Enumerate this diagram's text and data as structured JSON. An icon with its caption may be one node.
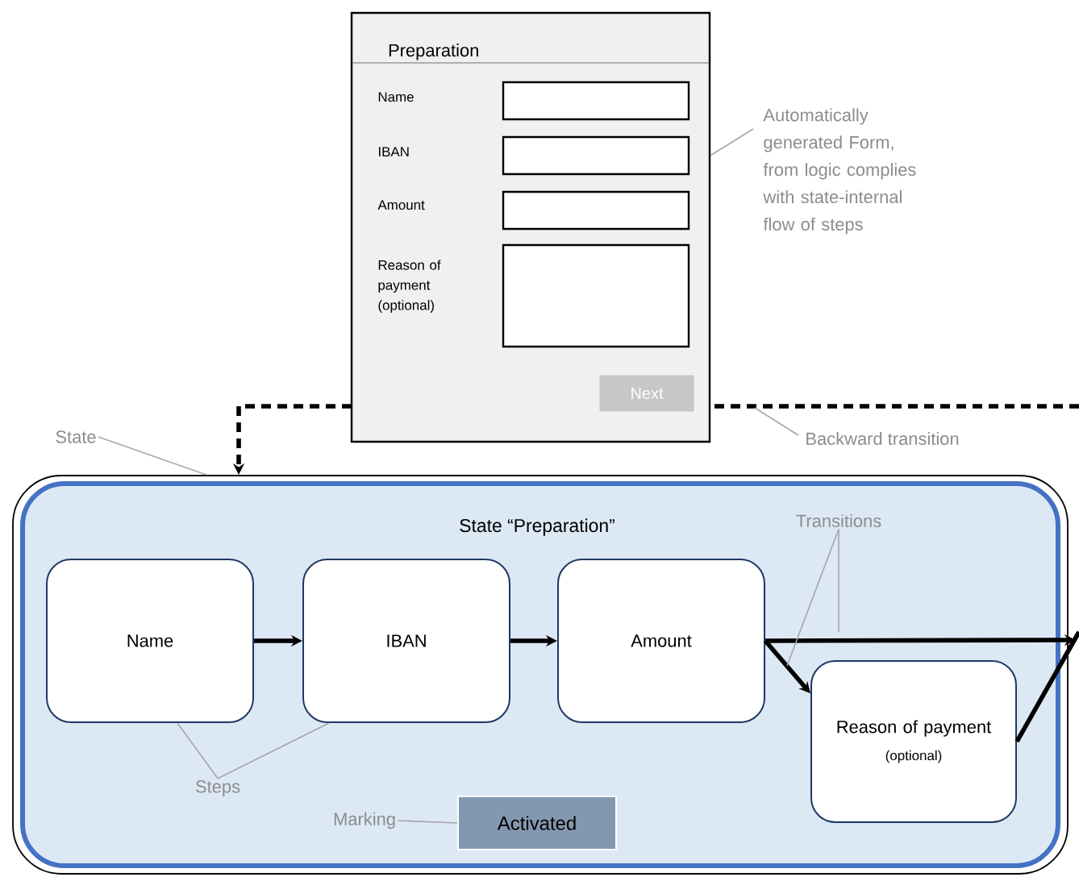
{
  "diagram": {
    "nodes": [
      {
        "text": [
          "Preparation"
        ]
      },
      {
        "text": [
          "Next"
        ],
        "in": 0
      },
      {
        "text": [
          "Automatically generated Form, from logic complies with state-internal flow of steps"
        ]
      },
      {
        "text": [
          "Backward transition"
        ]
      },
      {
        "text": [
          "State"
        ]
      },
      {
        "text": [],
        "shape": "box"
      },
      {
        "text": [
          "State “Preparation”"
        ],
        "in": 5
      },
      {
        "text": [
          "Name"
        ],
        "in": 6
      },
      {
        "text": [
          "IBAN"
        ],
        "in": 6
      },
      {
        "text": [
          "Amount"
        ],
        "in": 6
      },
      {
        "text": [
          "Reason of payment",
          "(optional)"
        ],
        "in": 6
      },
      {
        "text": [
          "Transitions"
        ],
        "in": 6
      },
      {
        "text": [
          "Steps"
        ],
        "in": 6
      },
      {
        "text": [
          "Marking"
        ],
        "in": 6
      },
      {
        "text": [
          "Activated"
        ],
        "in": 6
      }
    ],
    "edges": [
      {
        "from": 7,
        "to": 8,
        "arrow": "to",
        "style": "thick",
        "color": "#000000"
      },
      {
        "from": 8,
        "to": 9,
        "arrow": "to",
        "style": "thick",
        "color": "#000000"
      },
      {
        "from": 9,
        "to": null,
        "arrow": "to",
        "style": "thick",
        "color": "#000000"
      },
      {
        "from": 9,
        "to": 10,
        "arrow": "to",
        "style": "thick",
        "color": "#000000"
      },
      {
        "from": 10,
        "to": null,
        "arrow": "none",
        "style": "thick",
        "color": "#000000"
      },
      {
        "from": null,
        "to": 5,
        "arrow": "to",
        "style": "dashed",
        "color": "#000000"
      },
      {
        "from": 2,
        "to": 0,
        "arrow": "none"
      },
      {
        "from": 3,
        "to": null,
        "arrow": "none"
      },
      {
        "from": 4,
        "to": 5,
        "arrow": "none"
      },
      {
        "from": 11,
        "to": null,
        "arrow": "none"
      },
      {
        "from": 11,
        "to": null,
        "arrow": "none"
      },
      {
        "from": 12,
        "to": 7,
        "arrow": "none"
      },
      {
        "from": 12,
        "to": 8,
        "arrow": "none"
      },
      {
        "from": 13,
        "to": 14,
        "arrow": "none"
      }
    ],
    "labels": [
      "Name",
      "IBAN",
      "Amount",
      "Reason of payment (optional)"
    ]
  }
}
